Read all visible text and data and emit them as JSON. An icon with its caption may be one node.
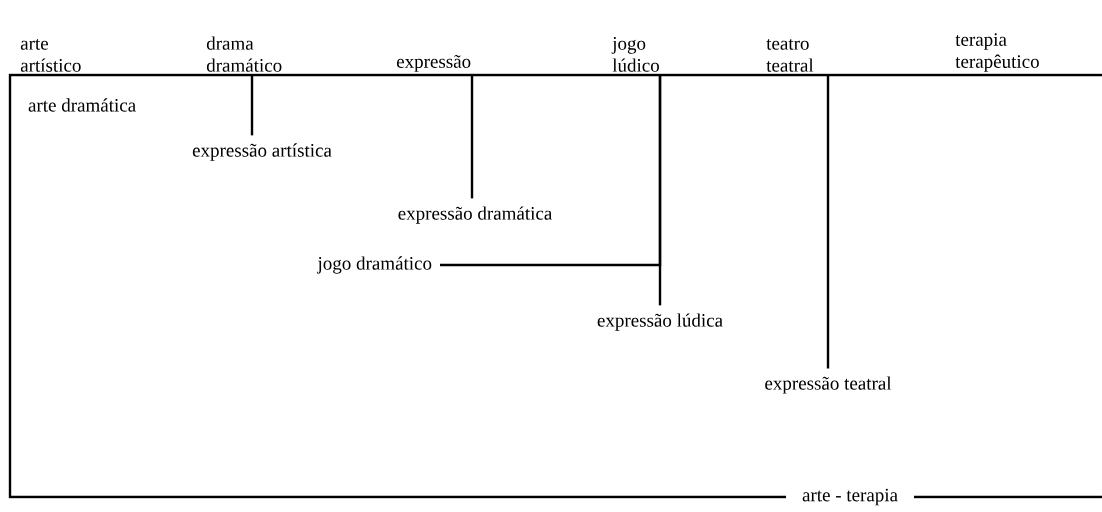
{
  "diagram": {
    "nodes": [
      {
        "text": [
          "arte",
          "artístico"
        ]
      },
      {
        "text": [
          "drama",
          "dramático"
        ]
      },
      {
        "text": [
          "expressão"
        ]
      },
      {
        "text": [
          "jogo",
          "lúdico"
        ]
      },
      {
        "text": [
          "teatro",
          "teatral"
        ]
      },
      {
        "text": [
          "terapia",
          "terapêutico"
        ]
      },
      {
        "text": [
          "arte dramática"
        ]
      },
      {
        "text": [
          "expressão artística"
        ]
      },
      {
        "text": [
          "expressão dramática"
        ]
      },
      {
        "text": [
          "jogo dramático"
        ]
      },
      {
        "text": [
          "expressão lúdica"
        ]
      },
      {
        "text": [
          "expressão teatral"
        ]
      },
      {
        "text": [
          "arte - terapia"
        ]
      }
    ],
    "edges": [
      {
        "from": 1,
        "to": 7,
        "arrow": "none"
      },
      {
        "from": 2,
        "to": 8,
        "arrow": "none"
      },
      {
        "from": 3,
        "to": 10,
        "arrow": "none"
      },
      {
        "from": 9,
        "to": 3,
        "arrow": "none"
      },
      {
        "from": 4,
        "to": 11,
        "arrow": "none"
      }
    ]
  }
}
